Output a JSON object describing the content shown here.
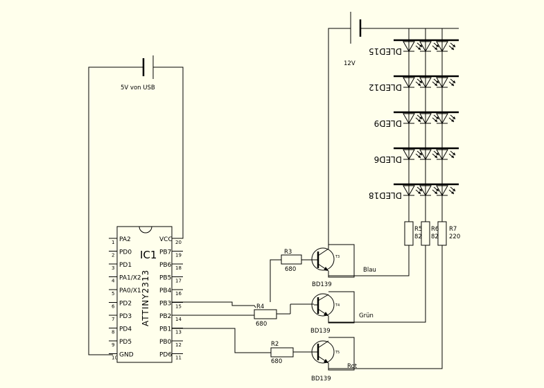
{
  "ic": {
    "ref": "IC1",
    "part": "ATTINY2313",
    "left_pins": [
      {
        "num": "1",
        "name": "PA2"
      },
      {
        "num": "2",
        "name": "PD0"
      },
      {
        "num": "3",
        "name": "PD1"
      },
      {
        "num": "4",
        "name": "PA1/X2"
      },
      {
        "num": "5",
        "name": "PA0/X1"
      },
      {
        "num": "6",
        "name": "PD2"
      },
      {
        "num": "7",
        "name": "PD3"
      },
      {
        "num": "8",
        "name": "PD4"
      },
      {
        "num": "9",
        "name": "PD5"
      },
      {
        "num": "10",
        "name": "GND"
      }
    ],
    "right_pins": [
      {
        "num": "20",
        "name": "VCC"
      },
      {
        "num": "19",
        "name": "PB7"
      },
      {
        "num": "18",
        "name": "PB6"
      },
      {
        "num": "17",
        "name": "PB5"
      },
      {
        "num": "16",
        "name": "PB4"
      },
      {
        "num": "15",
        "name": "PB3"
      },
      {
        "num": "14",
        "name": "PB2"
      },
      {
        "num": "13",
        "name": "PB1"
      },
      {
        "num": "12",
        "name": "PB0"
      },
      {
        "num": "11",
        "name": "PD6"
      }
    ]
  },
  "supply_usb": {
    "label": "5V von USB"
  },
  "supply_12v": {
    "label": "12V"
  },
  "base_resistors": [
    {
      "ref": "R3",
      "value": "680"
    },
    {
      "ref": "R4",
      "value": "680"
    },
    {
      "ref": "R2",
      "value": "680"
    }
  ],
  "transistors": [
    {
      "part": "BD139",
      "pin": "T3",
      "channel": "Blau"
    },
    {
      "part": "BD139",
      "pin": "T4",
      "channel": "Grün"
    },
    {
      "part": "BD139",
      "pin": "T5",
      "channel": "Rot"
    }
  ],
  "led_resistors": [
    {
      "ref": "R5",
      "value": "82"
    },
    {
      "ref": "R6",
      "value": "82"
    },
    {
      "ref": "R7",
      "value": "220"
    }
  ],
  "led_rows": [
    {
      "label": "DLED15"
    },
    {
      "label": "DLED12"
    },
    {
      "label": "DLED9"
    },
    {
      "label": "DLED6"
    },
    {
      "label": "DLED18"
    }
  ]
}
